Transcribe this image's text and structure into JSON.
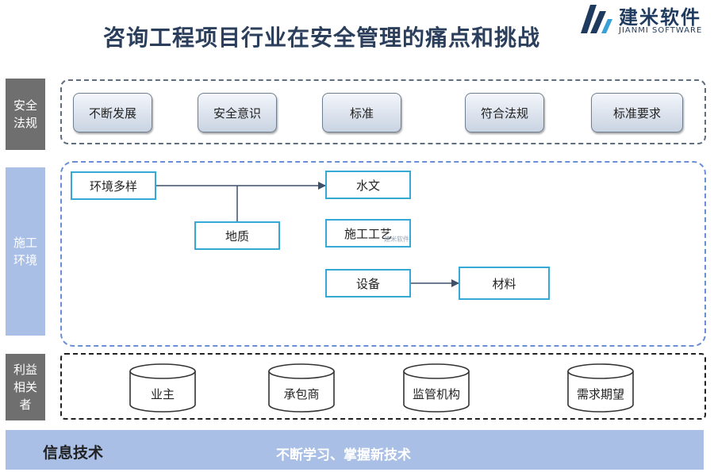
{
  "title": "咨询工程项目行业在安全管理的痛点和挑战",
  "logo": {
    "name_cn": "建米软件",
    "name_en": "JIANMI SOFTWARE"
  },
  "watermark": "建米软件",
  "sections": {
    "safety_regulations": {
      "label": "安全法规",
      "items": [
        "不断发展",
        "安全意识",
        "标准",
        "符合法规",
        "标准要求"
      ]
    },
    "construction_environment": {
      "label": "施工环境",
      "nodes": {
        "env_diversity": "环境多样",
        "geology": "地质",
        "hydrology": "水文",
        "process": "施工工艺",
        "equipment": "设备",
        "materials": "材料"
      }
    },
    "stakeholders": {
      "label": "利益相关者",
      "items": [
        "业主",
        "承包商",
        "监管机构",
        "需求期望"
      ]
    }
  },
  "info_tech": {
    "label": "信息技术",
    "description": "不断学习、掌握新技术"
  },
  "colors": {
    "title": "#2b3f5c",
    "side_dark": "#6f6f6f",
    "side_light": "#a9bfe6",
    "box_border": "#35a9d6",
    "arrow": "#3d4f6a"
  }
}
